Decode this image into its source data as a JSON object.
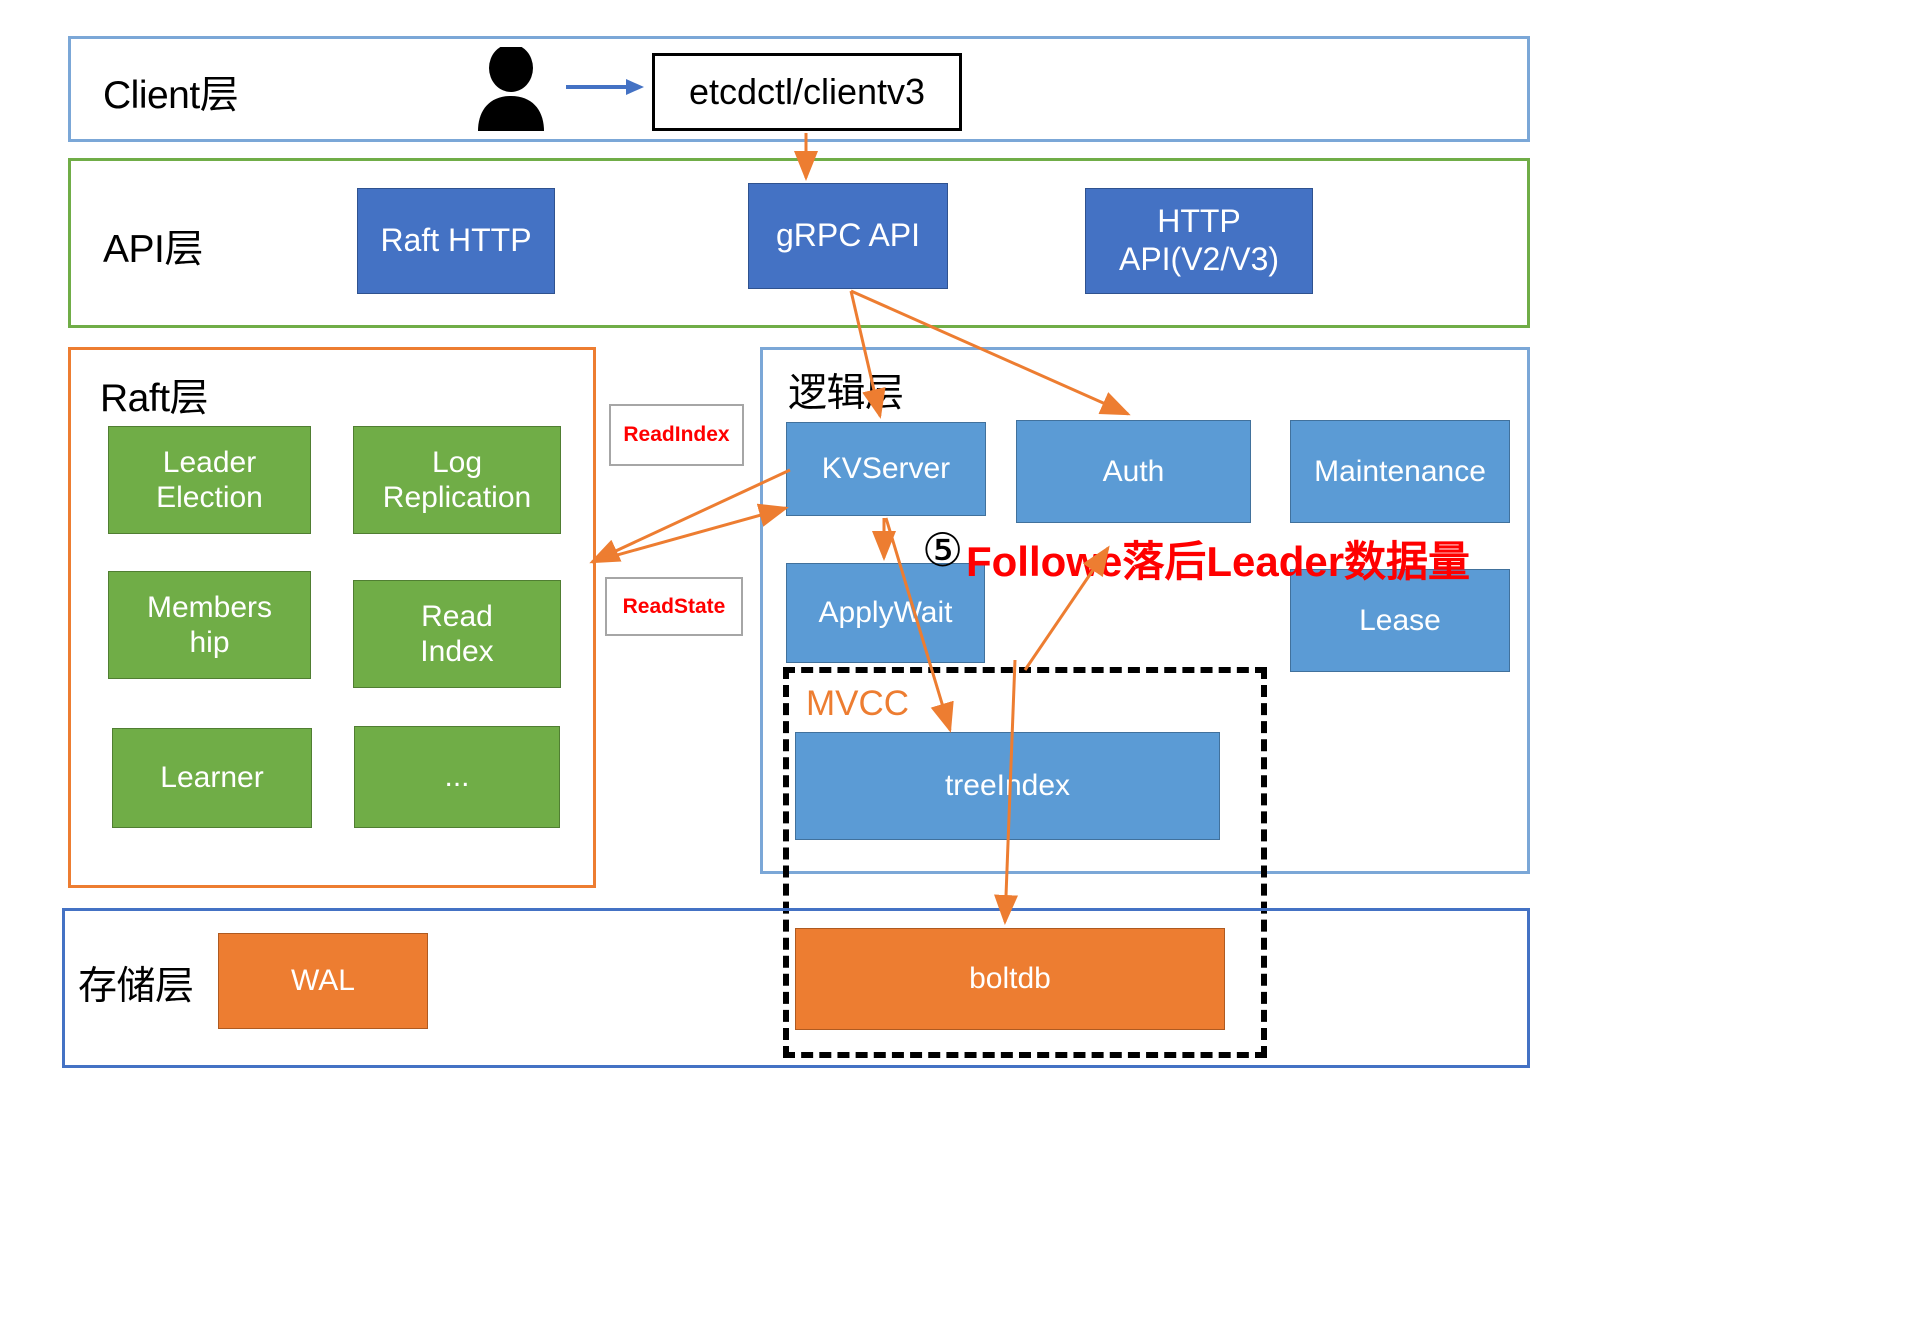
{
  "diagram": {
    "title": "etcd architecture layered diagram",
    "colors": {
      "client_border": "#7BA7D7",
      "api_border": "#70AD47",
      "raft_border": "#ED7D31",
      "logic_border": "#7BA7D7",
      "storage_border": "#4472C4",
      "api_box": "#4472C4",
      "raft_box": "#70AD47",
      "logic_box": "#5B9BD5",
      "storage_box": "#ED7D31",
      "arrow": "#ED7D31",
      "client_arrow": "#4472C4",
      "annotation": "#FF0000",
      "mvcc_label": "#ED7D31"
    }
  },
  "layers": {
    "client": {
      "title": "Client层",
      "person_icon": "person-icon",
      "arrow_icon": "arrow-right-icon",
      "node": "etcdctl/clientv3"
    },
    "api": {
      "title": "API层",
      "boxes": [
        {
          "label": "Raft HTTP"
        },
        {
          "label": "gRPC API"
        },
        {
          "label": "HTTP\nAPI(V2/V3)"
        }
      ]
    },
    "raft": {
      "title": "Raft层",
      "boxes": [
        {
          "label": "Leader\nElection"
        },
        {
          "label": "Log\nReplication"
        },
        {
          "label": "Members\nhip"
        },
        {
          "label": "Read\nIndex"
        },
        {
          "label": "Learner"
        },
        {
          "label": "..."
        }
      ]
    },
    "middle_tags": [
      {
        "label": "ReadIndex"
      },
      {
        "label": "ReadState"
      }
    ],
    "logic": {
      "title": "逻辑层",
      "boxes": [
        {
          "label": "KVServer"
        },
        {
          "label": "Auth"
        },
        {
          "label": "Maintenance"
        },
        {
          "label": "ApplyWait"
        },
        {
          "label": "Lease"
        },
        {
          "label": "treeIndex"
        }
      ],
      "mvcc_label": "MVCC"
    },
    "storage": {
      "title": "存储层",
      "boxes": [
        {
          "label": "WAL"
        },
        {
          "label": "boltdb"
        }
      ]
    }
  },
  "annotations": [
    {
      "marker": "⑤",
      "text": "Followe落后Leader数据量"
    }
  ]
}
